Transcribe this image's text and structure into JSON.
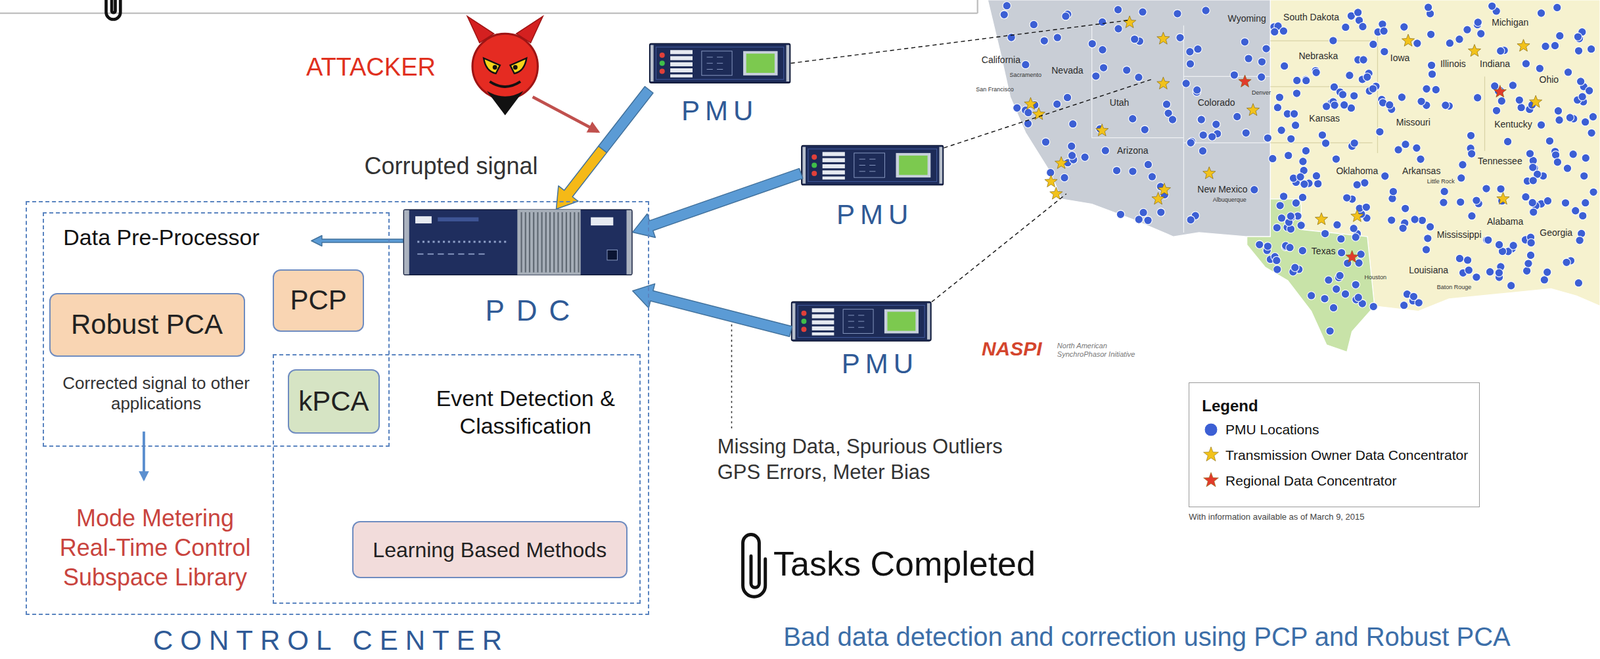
{
  "diagram": {
    "nodes": [
      {
        "text": [
          "CONTROL CENTER"
        ]
      },
      {
        "text": [
          "Data Pre-Processor",
          "Corrected signal to other applications"
        ],
        "in": 0
      },
      {
        "text": [
          "Robust PCA"
        ],
        "in": 1
      },
      {
        "text": [
          "PCP"
        ],
        "in": 1
      },
      {
        "text": [
          "PDC"
        ],
        "in": 0
      },
      {
        "text": [
          "Event Detection & Classification"
        ],
        "in": 0
      },
      {
        "text": [
          "kPCA"
        ],
        "in": 5
      },
      {
        "text": [
          "Learning Based Methods"
        ],
        "in": 5
      },
      {
        "text": [
          "PMU"
        ]
      },
      {
        "text": [
          "PMU"
        ]
      },
      {
        "text": [
          "PMU"
        ]
      }
    ],
    "edges": [
      {
        "from": 8,
        "to": 4,
        "arrow": "to",
        "label": "Corrupted signal"
      },
      {
        "from": 9,
        "to": 4,
        "arrow": "to"
      },
      {
        "from": 10,
        "to": 4,
        "arrow": "to"
      },
      {
        "from": 4,
        "to": 1,
        "arrow": "to"
      }
    ],
    "labels": [
      "ATTACKER",
      "Mode Metering Real-Time Control Subspace Library",
      "Missing Data, Spurious Outliers GPS Errors, Meter Bias",
      "Tasks Completed",
      "Bad data detection and correction using PCP and Robust PCA",
      "Legend",
      "With information available as of March 9, 2015",
      "NASPI",
      "North American SynchroPhasor Initiative",
      "Wyoming",
      "South Dakota",
      "California",
      "Nevada",
      "Nebraska",
      "Iowa",
      "Michigan",
      "Illinois",
      "Indiana",
      "Ohio",
      "Utah",
      "Colorado",
      "Kansas",
      "Missouri",
      "Kentucky",
      "Arizona",
      "Tennessee",
      "Oklahoma",
      "Arkansas",
      "New Mexico",
      "Alabama",
      "Mississippi",
      "Georgia",
      "Texas",
      "Louisiana",
      "Sacramento",
      "San Francisco",
      "Denver",
      "Albuquerque",
      "Little Rock",
      "Houston",
      "Baton Rouge"
    ],
    "legend": [
      {
        "text": "PMU Locations",
        "color": "#3c5fd4"
      },
      {
        "text": "Transmission Owner Data Concentrator",
        "color": "#f2c21b"
      },
      {
        "text": "Regional Data Concentrator",
        "color": "#e23b2b"
      }
    ]
  }
}
